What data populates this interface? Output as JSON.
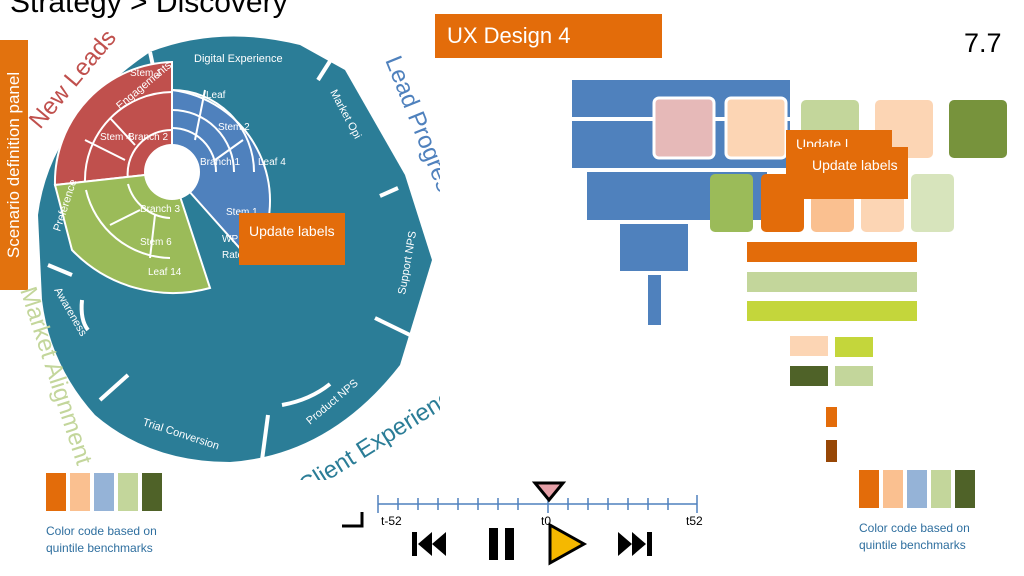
{
  "header": {
    "title": "Strategy > Discovery",
    "version": "7.7"
  },
  "side_panel": {
    "label": "Scenario definition panel"
  },
  "ux_design": {
    "label": "UX Design 4"
  },
  "wheel": {
    "outer_labels": [
      "Digital Experience",
      "Market Opi",
      "Support NPS",
      "Product NPS",
      "Trial Conversion",
      "Awareness",
      "Preference",
      "Engagements"
    ],
    "outside_labels": {
      "new_leads": "New Leads",
      "lead_progression": "Lead Progression",
      "market_alignment": "Market Alignment",
      "client_experience": "Client Experience"
    },
    "inner_labels": [
      "Branch 1",
      "Stem 2",
      "Leaf 4",
      "Leaf",
      "Stem 1",
      "WP",
      "Rate",
      "Branch 2",
      "Stem 4",
      "Stem 1",
      "Branch 3",
      "Stem 6",
      "Leaf 14"
    ],
    "update_label": "Update labels"
  },
  "funnel": {
    "update_label_back": "Update l",
    "update_label_front": "Update labels"
  },
  "legend_left": {
    "caption": "Color code based on quintile benchmarks",
    "colors": [
      "#e36c0a",
      "#fac090",
      "#95b3d7",
      "#c3d69b",
      "#4f6228"
    ]
  },
  "legend_right": {
    "caption": "Color code based on quintile benchmarks",
    "colors": [
      "#e36c0a",
      "#fac090",
      "#95b3d7",
      "#c3d69b",
      "#4f6228"
    ]
  },
  "timeline": {
    "start_label": "t-52",
    "mid_label": "t0",
    "end_label": "t52"
  },
  "colors": {
    "teal": "#2b7d97",
    "blue": "#4f81bd",
    "red": "#c0504d",
    "green": "#9bbb59",
    "orange": "#e36c0a"
  }
}
